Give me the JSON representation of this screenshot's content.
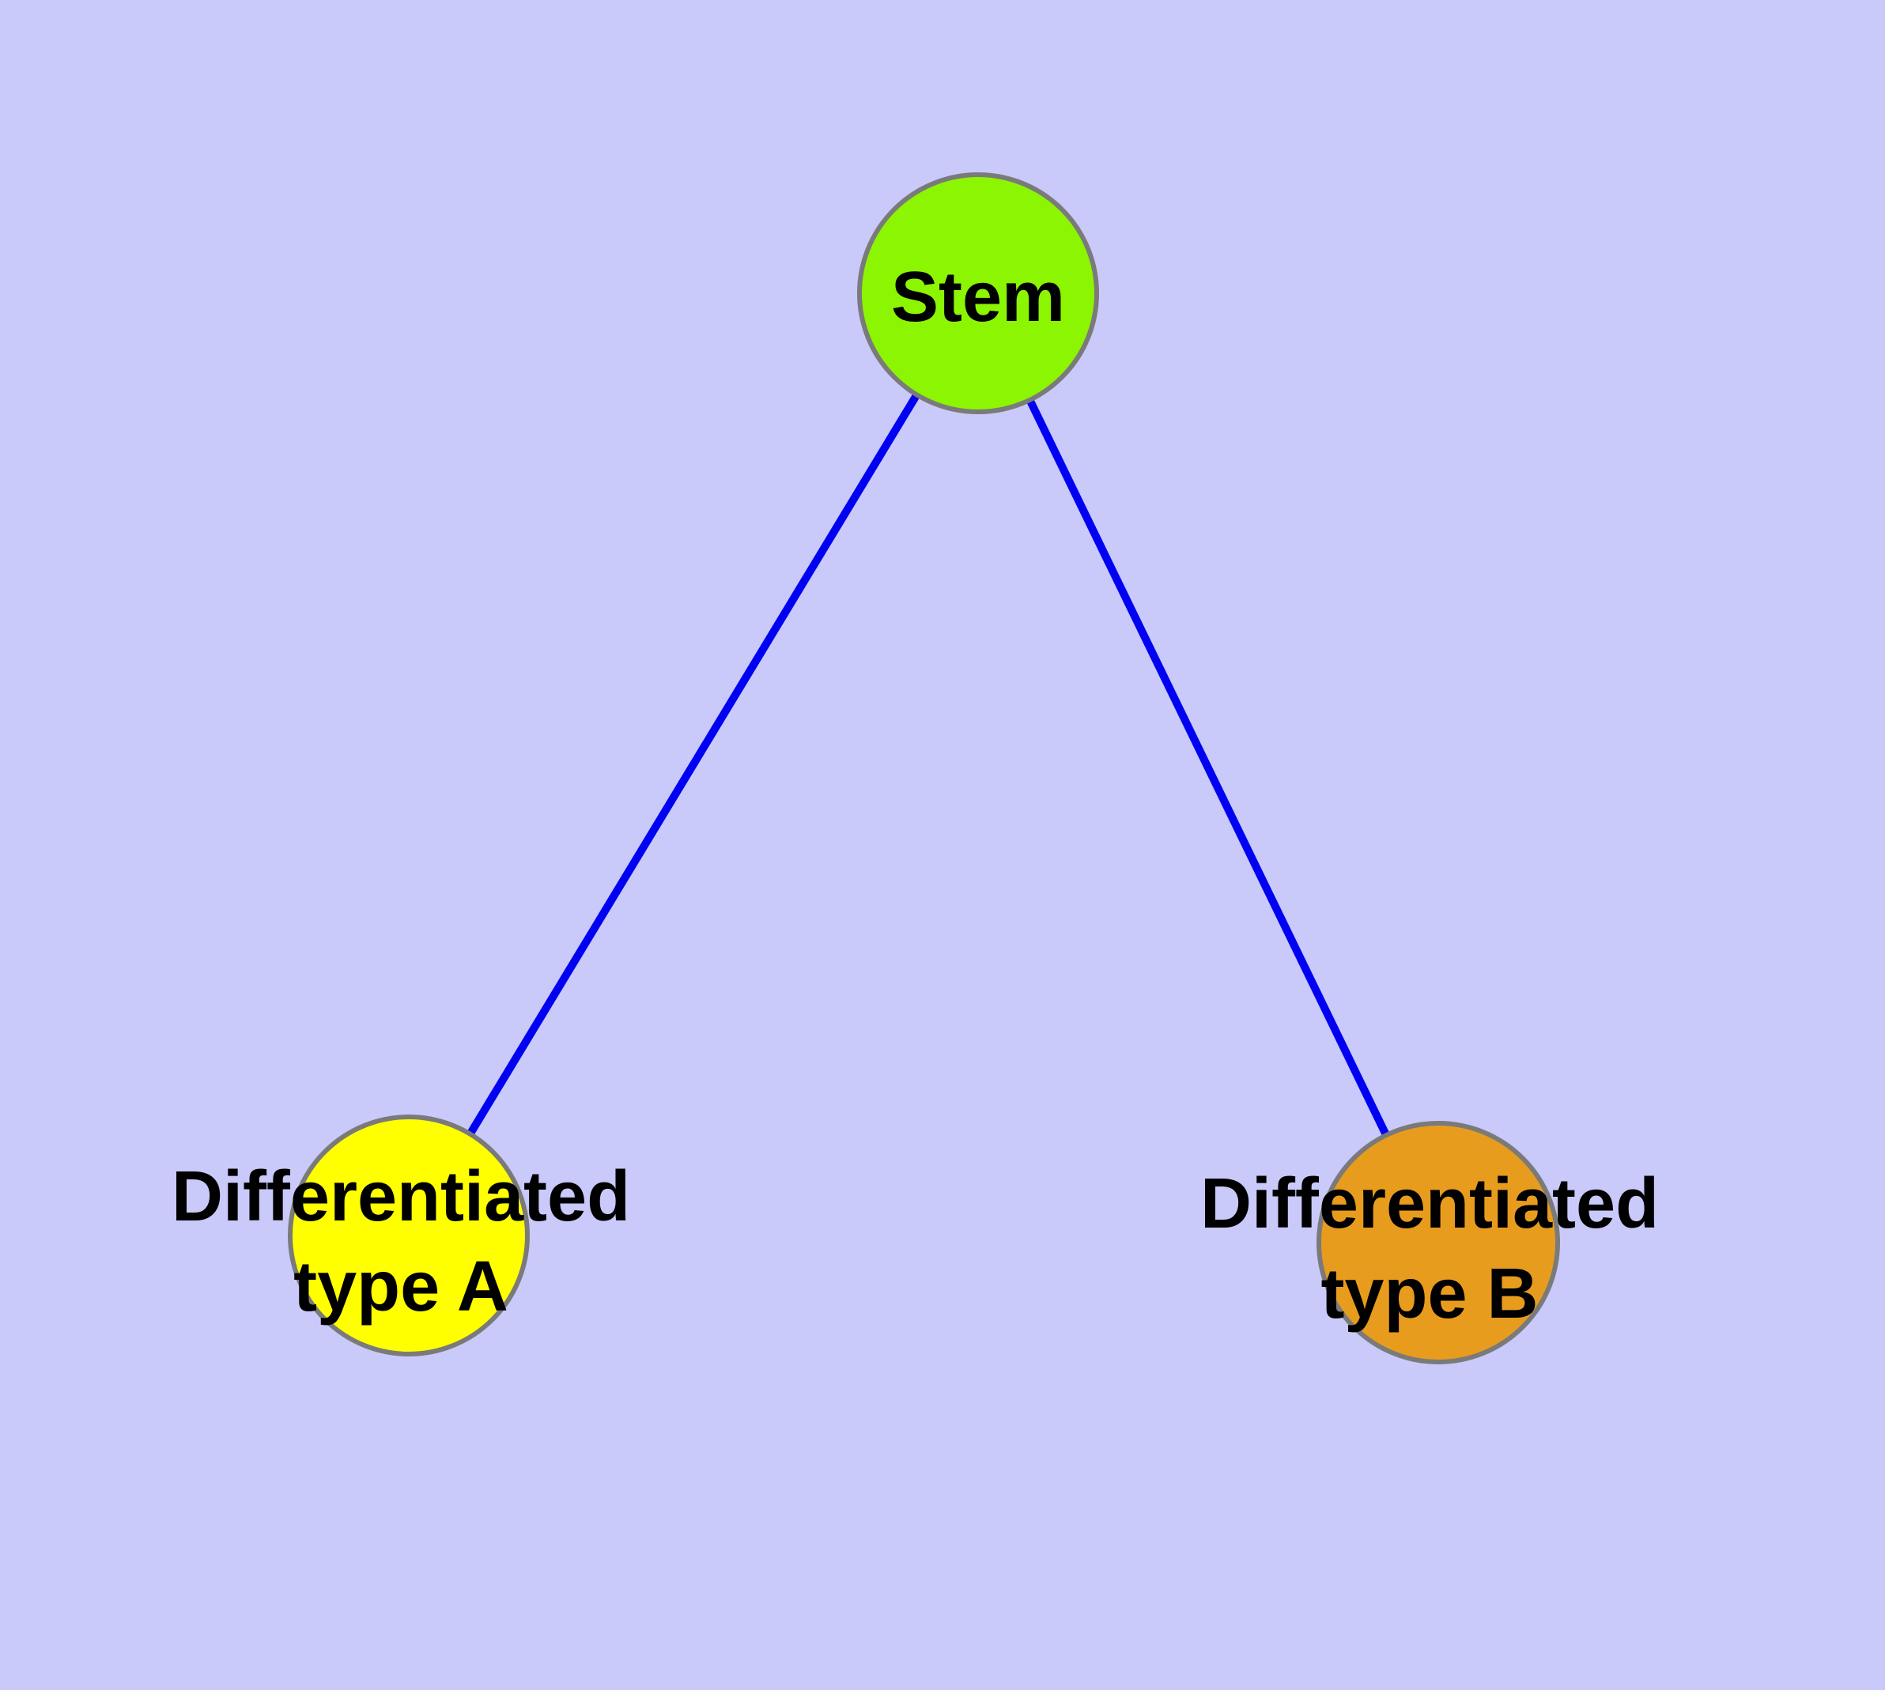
{
  "diagram": {
    "type": "node-link-graph",
    "background_color": "#C9C9FA",
    "edge_color": "#0000F2",
    "node_border_color": "#7a7a7a",
    "text_color": "#000000",
    "nodes": {
      "stem": {
        "label": "Stem",
        "fill": "#8CF502",
        "shape": "circle"
      },
      "typeA": {
        "label_line1": "Differentiated",
        "label_line2": "type A",
        "label_full": "Differentiated type A",
        "fill": "#FFFF00",
        "shape": "circle"
      },
      "typeB": {
        "label_line1": "Differentiated",
        "label_line2": "type B",
        "label_full": "Differentiated type B",
        "fill": "#E89C1E",
        "shape": "circle"
      }
    },
    "edges": [
      {
        "from": "Stem",
        "to": "Differentiated type A"
      },
      {
        "from": "Stem",
        "to": "Differentiated type B"
      }
    ]
  }
}
